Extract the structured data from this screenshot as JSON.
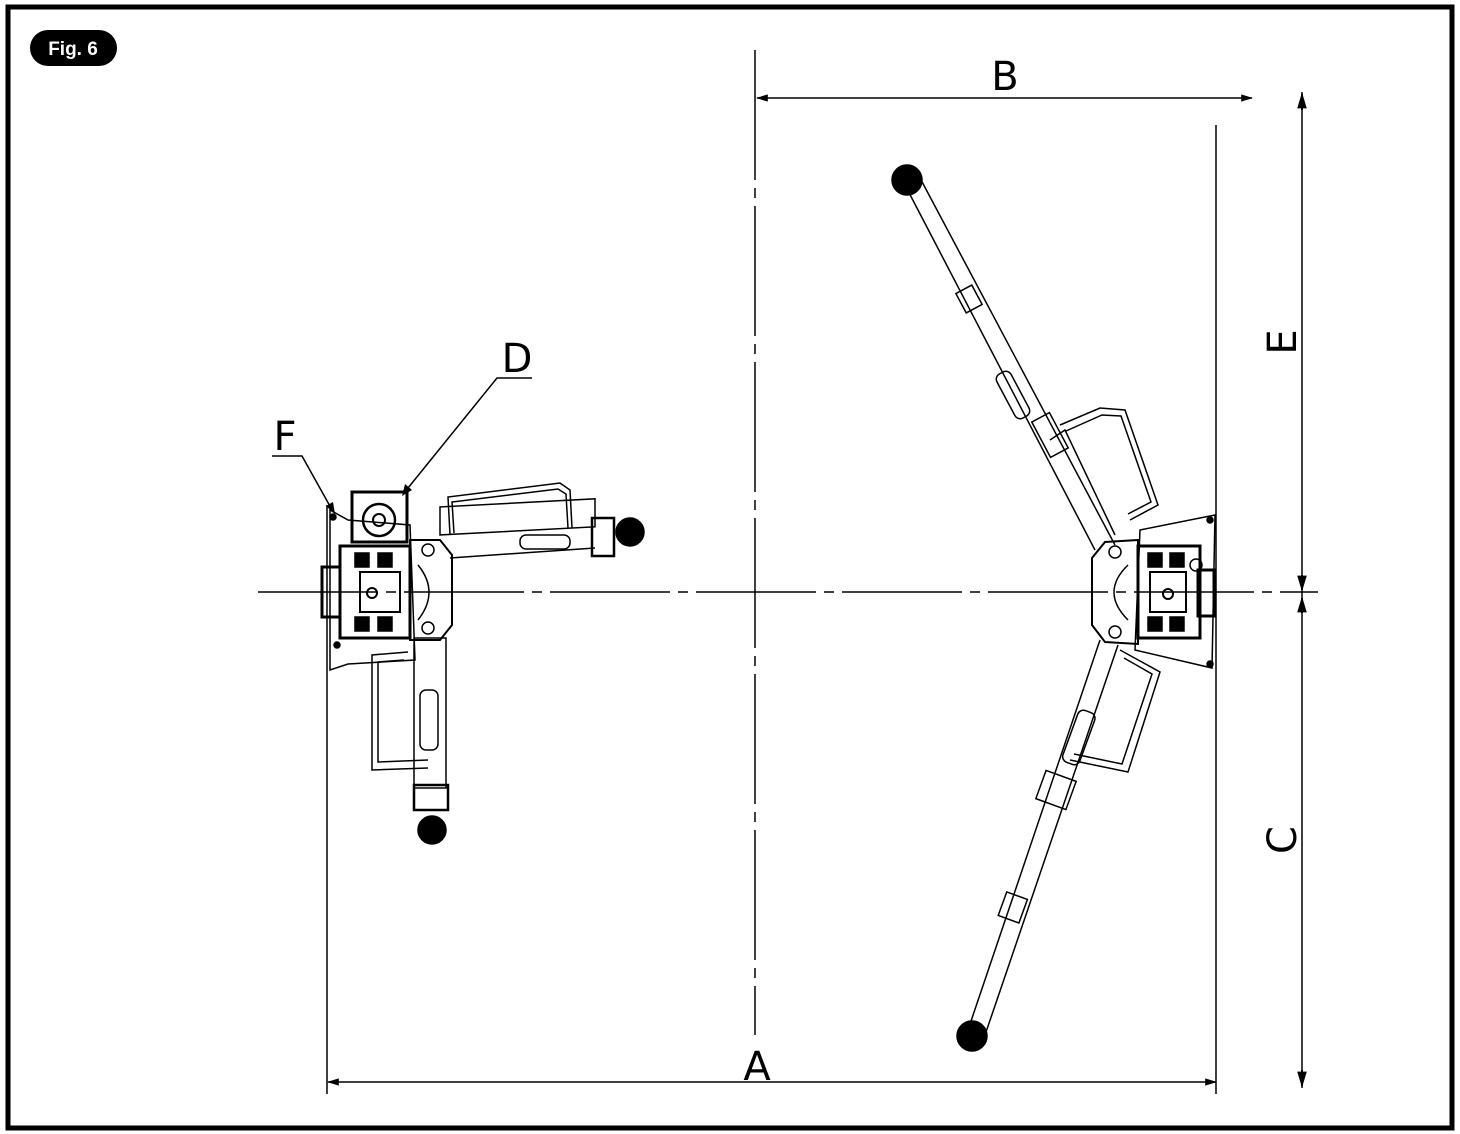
{
  "figure": {
    "badge": "Fig. 6"
  },
  "dimensions": {
    "A": "A",
    "B": "B",
    "C": "C",
    "E": "E"
  },
  "callouts": {
    "D": "D",
    "F": "F"
  },
  "colors": {
    "ink": "#000000",
    "paper": "#ffffff"
  }
}
